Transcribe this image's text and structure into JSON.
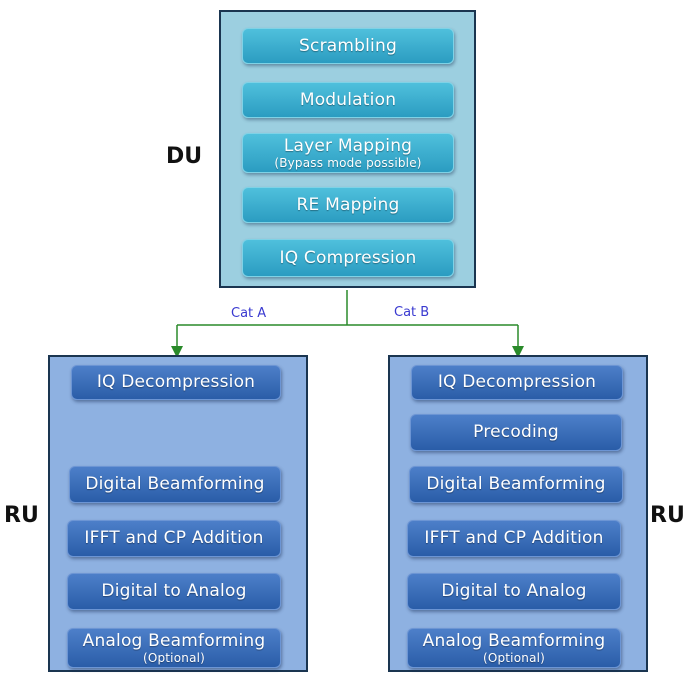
{
  "du": {
    "label": "DU",
    "blocks": [
      {
        "title": "Scrambling"
      },
      {
        "title": "Modulation"
      },
      {
        "title": "Layer Mapping",
        "subtitle": "(Bypass mode possible)"
      },
      {
        "title": "RE Mapping"
      },
      {
        "title": "IQ Compression"
      }
    ]
  },
  "connectors": {
    "cat_a": "Cat A",
    "cat_b": "Cat B"
  },
  "ru_left": {
    "label": "RU",
    "blocks": [
      {
        "title": "IQ Decompression"
      },
      {
        "title": "Digital Beamforming"
      },
      {
        "title": "IFFT and CP Addition"
      },
      {
        "title": "Digital to Analog"
      },
      {
        "title": "Analog Beamforming",
        "subtitle": "(Optional)"
      }
    ]
  },
  "ru_right": {
    "label": "RU",
    "blocks": [
      {
        "title": "IQ Decompression"
      },
      {
        "title": "Precoding"
      },
      {
        "title": "Digital Beamforming"
      },
      {
        "title": "IFFT and CP Addition"
      },
      {
        "title": "Digital to Analog"
      },
      {
        "title": "Analog Beamforming",
        "subtitle": "(Optional)"
      }
    ]
  },
  "colors": {
    "du_panel": "#9ccfe0",
    "ru_panel": "#8eb1e1",
    "du_block": "#3aaed0",
    "ru_block": "#3a6db8",
    "connector": "#2a8a2a",
    "cat_label": "#3a3ad0"
  }
}
